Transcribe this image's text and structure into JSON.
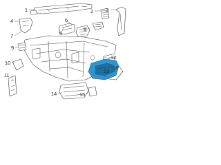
{
  "callouts": [
    {
      "id": "c1",
      "text": "1"
    },
    {
      "id": "c2",
      "text": "2"
    },
    {
      "id": "c3",
      "text": "3"
    },
    {
      "id": "c4",
      "text": "4"
    },
    {
      "id": "c5",
      "text": "5"
    },
    {
      "id": "c6",
      "text": "6"
    },
    {
      "id": "c7",
      "text": "7"
    },
    {
      "id": "c8",
      "text": "8"
    },
    {
      "id": "c9",
      "text": "9"
    },
    {
      "id": "c10",
      "text": "10"
    },
    {
      "id": "c11",
      "text": "11"
    },
    {
      "id": "c12",
      "text": "12"
    },
    {
      "id": "c13",
      "text": "13"
    },
    {
      "id": "c14",
      "text": "14"
    },
    {
      "id": "c15",
      "text": "15"
    },
    {
      "id": "c16",
      "text": "16"
    }
  ],
  "colors": {
    "highlight": "#2f95cf",
    "line": "#3a3a3a"
  }
}
